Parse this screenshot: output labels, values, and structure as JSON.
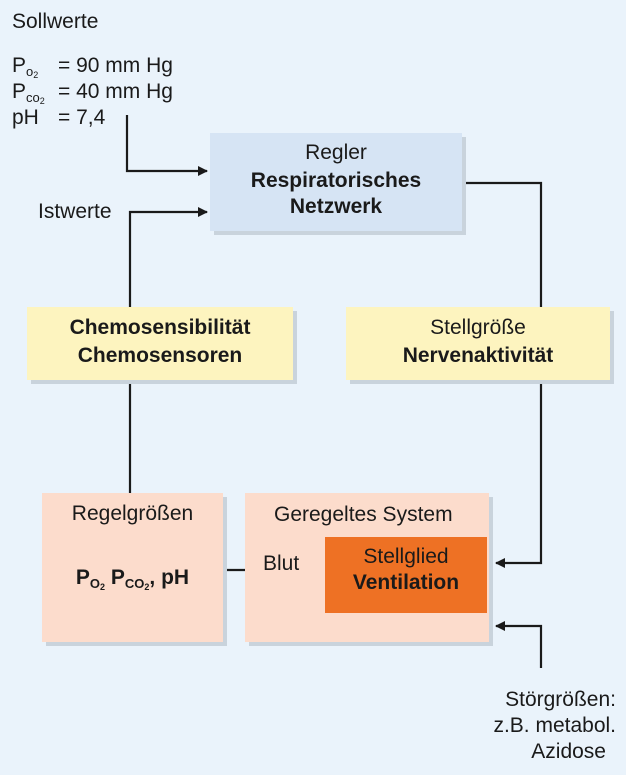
{
  "sollwerte": {
    "heading": "Sollwerte",
    "rows": [
      {
        "label": "P",
        "sub": "o",
        "sub2": "2",
        "value": "= 90 mm Hg"
      },
      {
        "label": "P",
        "sub": "co",
        "sub2": "2",
        "value": "= 40 mm Hg"
      },
      {
        "label": "pH",
        "sub": "",
        "sub2": "",
        "value": "= 7,4"
      }
    ]
  },
  "istwerte": "Istwerte",
  "regler": {
    "line1": "Regler",
    "line2": "Respiratorisches",
    "line3": "Netzwerk"
  },
  "chemo": {
    "line1": "Chemosensibilität",
    "line2": "Chemosensoren"
  },
  "stellgroesse": {
    "line1": "Stellgröße",
    "line2": "Nervenaktivität"
  },
  "regelgroessen": {
    "title": "Regelgrößen",
    "formula": [
      {
        "label": "P",
        "sub": "O",
        "sub2": "2"
      },
      {
        "label": "P",
        "sub": "CO",
        "sub2": "2"
      },
      {
        "label": "pH",
        "sub": "",
        "sub2": ""
      }
    ]
  },
  "geregeltes": {
    "title": "Geregeltes System",
    "blut": "Blut"
  },
  "stellglied": {
    "line1": "Stellglied",
    "line2": "Ventilation"
  },
  "stoergroessen": {
    "line1": "Störgrößen:",
    "line2": "z.B. metabol.",
    "line3": "Azidose"
  },
  "colors": {
    "background": "#eaf3fb",
    "regler": "#d6e4f4",
    "yellow": "#fdf4bf",
    "peach": "#fcdccc",
    "orange": "#ee7124"
  }
}
